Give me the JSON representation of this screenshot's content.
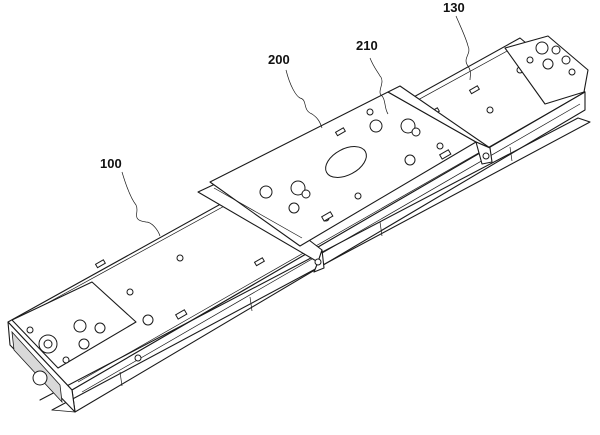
{
  "figure": {
    "labels": [
      {
        "id": "housing",
        "text": "100"
      },
      {
        "id": "bracket",
        "text": "200"
      },
      {
        "id": "bracket-plate",
        "text": "210"
      },
      {
        "id": "end-plate",
        "text": "130"
      }
    ]
  },
  "colors": {
    "line": "#1a1a1a",
    "background": "#ffffff",
    "shade": "#d9d9d9"
  }
}
